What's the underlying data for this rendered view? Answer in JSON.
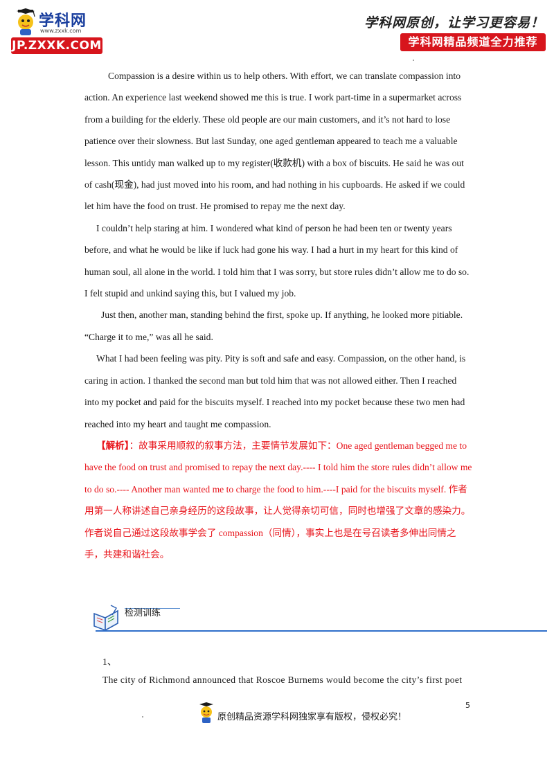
{
  "header": {
    "logo_name": "学科网",
    "logo_url": "www.zxxk.com",
    "logo_badge": "JP.ZXXK.COM",
    "slogan": "学科网原创，让学习更容易！",
    "recommend": "学科网精品频道全力推荐"
  },
  "body": {
    "paragraphs": [
      "Compassion is a desire within us to help others. With effort, we can translate compassion into action. An experience last weekend showed me this is true. I work part-time in a supermarket across from a building for the elderly. These old people are our main customers, and it’s not hard to lose patience over their slowness. But last Sunday, one aged gentleman appeared to teach me a valuable lesson. This untidy man walked up to my register(收款机) with a box of biscuits. He said he was out of cash(现金), had just moved into his room, and had nothing in his cupboards. He asked if we could let him have the food on trust. He promised to repay me the next day.",
      "I couldn’t help staring at him. I wondered what kind of person he had been ten or twenty years before, and what he would be like if luck had gone his way. I had a hurt in my heart for this kind of human soul, all alone in the world. I told him that I was sorry, but store rules didn’t allow me to do so. I felt stupid and unkind saying this, but I valued my job.",
      "Just then, another man, standing behind the first, spoke up. If anything, he looked more pitiable. “Charge it to me,” was all he said.",
      "What I had been feeling was pity. Pity is soft and safe and easy. Compassion, on the other hand, is caring in action. I thanked the second man but told him that was not allowed either. Then I reached into my pocket and paid for the biscuits myself. I reached into my pocket because these two men had reached into my heart and taught me compassion."
    ],
    "analysis_tag": "【解析】",
    "analysis_text": "：故事采用顺叙的叙事方法，主要情节发展如下：One aged gentleman begged me to have the food on trust and promised to repay the next day.---- I told him the store rules didn’t allow me to do so.---- Another man wanted me to charge the food to him.----I paid for the biscuits myself. 作者用第一人称讲述自己亲身经历的这段故事，让人觉得亲切可信，同时也增强了文章的感染力。作者说自己通过这段故事学会了 compassion（同情），事实上也是在号召读者多伸出同情之手，共建和谐社会。"
  },
  "section": {
    "title": "检测训练",
    "question_number": "1、",
    "question_text": "The city of Richmond announced that Roscoe Burnems would become the city’s first poet"
  },
  "footer": {
    "page_number": "5",
    "copyright": "原创精品资源学科网独家享有版权，侵权必究！"
  },
  "colors": {
    "brand_red": "#d7151c",
    "brand_blue": "#1a3f9e",
    "analysis_red": "#e8141b",
    "section_line": "#2e6fca"
  }
}
